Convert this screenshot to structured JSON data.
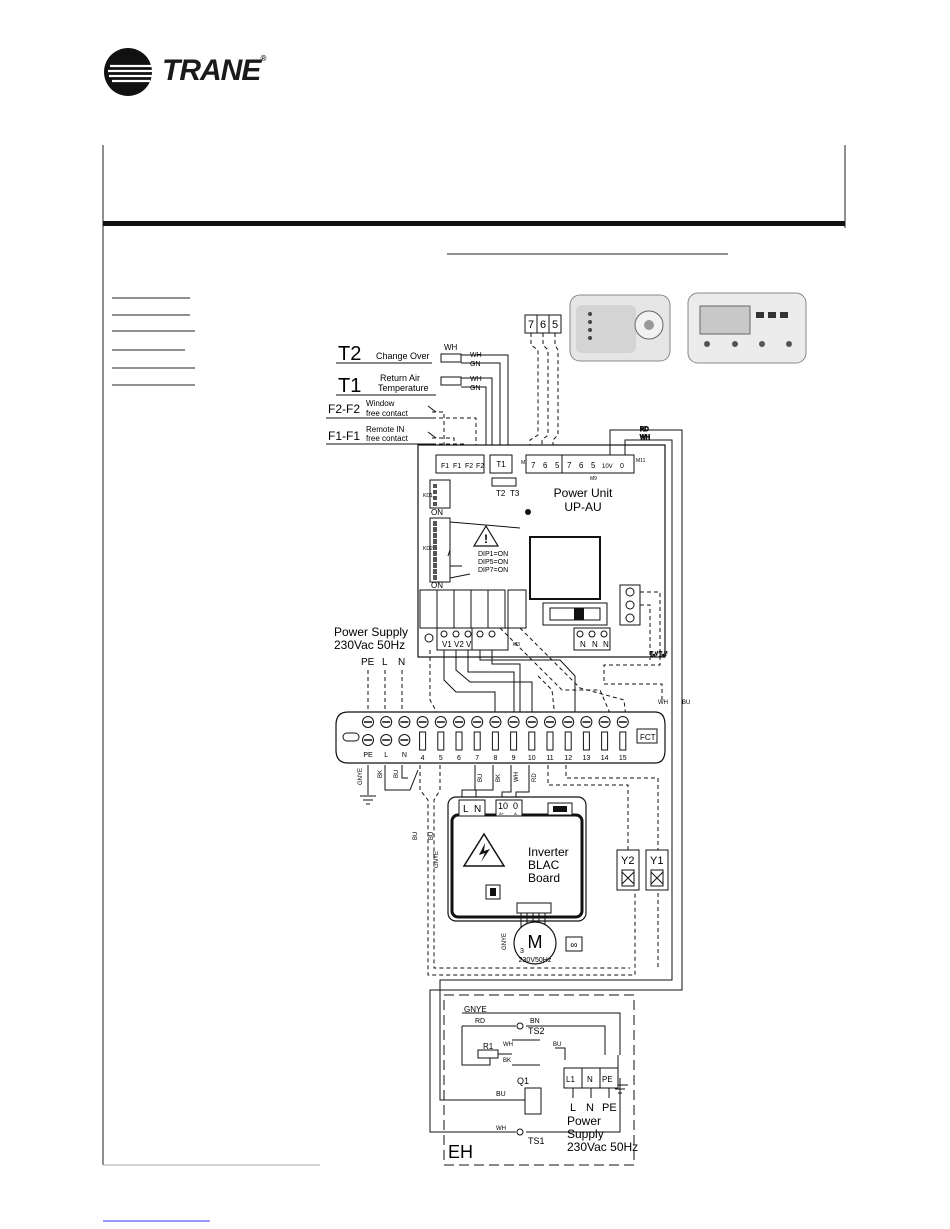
{
  "header": {
    "brand": "TRANE",
    "brand_mark": "®"
  },
  "sensors": {
    "t2": {
      "code": "T2",
      "label": "Change Over",
      "wire_a": "WH",
      "wire_b": "GN"
    },
    "t1": {
      "code": "T1",
      "label_1": "Return Air",
      "label_2": "Temperature",
      "wire_a": "WH",
      "wire_b": "GN"
    },
    "f2": {
      "code": "F2-F2",
      "label_1": "Window",
      "label_2": "free contact"
    },
    "f1": {
      "code": "F1-F1",
      "label_1": "Remote IN",
      "label_2": "free contact"
    }
  },
  "remote_terminals": [
    "7",
    "6",
    "5"
  ],
  "power_unit": {
    "title_1": "Power Unit",
    "title_2": "UP-AU",
    "input_terminals": [
      "F1",
      "F1",
      "F2",
      "F2"
    ],
    "temp_connectors": [
      "T1",
      "T2",
      "T3"
    ],
    "bus_terminals": [
      "7",
      "6",
      "5",
      "7",
      "6",
      "5",
      "10V",
      "0"
    ],
    "connector_m10": "M10",
    "connector_m9": "M9",
    "connector_m11": "M11",
    "connector_kd1": "KD1",
    "connector_kd2": "KD2",
    "dip_on_1": "ON",
    "dip_on_2": "ON",
    "dip_notes": [
      "DIP1=ON",
      "DIP5=ON",
      "DIP7=ON"
    ],
    "valve_terminals": [
      "V1",
      "V2",
      "V3"
    ],
    "output_terminals": [
      "N",
      "N",
      "N"
    ],
    "connector_m3": "M3",
    "m11_wires": [
      "RD",
      "WH"
    ],
    "m3_wires": [
      "BN",
      "BN"
    ]
  },
  "power_supply_main": {
    "label_1": "Power Supply",
    "label_2": "230Vac 50Hz",
    "terminals": [
      "PE",
      "L",
      "N"
    ]
  },
  "terminal_strip": {
    "label": "FCT",
    "numbers": [
      "PE",
      "L",
      "N",
      "4",
      "5",
      "6",
      "7",
      "8",
      "9",
      "10",
      "11",
      "12",
      "13",
      "14",
      "15"
    ],
    "wire_labels": [
      "GNYE",
      "BK",
      "BU",
      "BU",
      "BK",
      "WH",
      "RD"
    ],
    "side_wires": [
      "WH",
      "BU"
    ]
  },
  "inverter": {
    "title_1": "Inverter",
    "title_2": "BLAC",
    "title_3": "Board",
    "terminals": [
      "L",
      "N",
      "10",
      "0"
    ],
    "sub_terminals": [
      "A+",
      "A-"
    ],
    "ground": "GNYE"
  },
  "motor": {
    "letter": "M",
    "phase": "3",
    "rating": "230V50Hz",
    "ground": "GNYE"
  },
  "valves": [
    "Y2",
    "Y1"
  ],
  "left_wires": [
    "BU",
    "BU"
  ],
  "electric_heater": {
    "code": "EH",
    "ground": "GNYE",
    "wires": [
      "RD",
      "BN",
      "WH",
      "BK",
      "BU",
      "BU",
      "WH"
    ],
    "components": [
      "TS2",
      "R1",
      "Q1",
      "TS1"
    ],
    "terminals": [
      "L1",
      "N",
      "PE"
    ],
    "terminal_labels": [
      "L",
      "N",
      "PE"
    ],
    "supply_1": "Power",
    "supply_2": "Supply",
    "supply_3": "230Vac 50Hz"
  }
}
